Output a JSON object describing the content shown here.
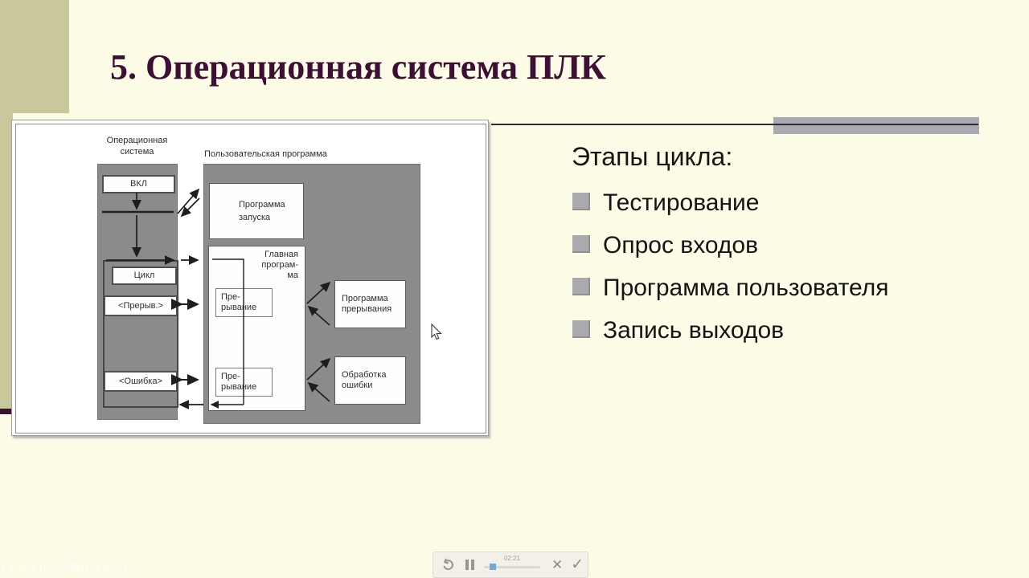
{
  "slide": {
    "title": "5. Операционная система ПЛК",
    "right": {
      "heading": "Этапы цикла:",
      "bullets": [
        "Тестирование",
        "Опрос входов",
        "Программа пользователя",
        "Запись выходов"
      ]
    },
    "diagram": {
      "os_label": "Операционная\nсистема",
      "user_label": "Пользовательская программа",
      "vkl": "ВКЛ",
      "cycle": "Цикл",
      "interrupt_state": "<Прерыв.>",
      "error_state": "<Ошибка>",
      "startup_program": "Программа\nзапуска",
      "main_program": "Главная\nпрограм-\nма",
      "interrupt_sub1": "Пре-\nрывание",
      "interrupt_sub2": "Пре-\nрывание",
      "interrupt_program": "Программа\nпрерывания",
      "error_handler": "Обработка\nошибки"
    }
  },
  "player": {
    "time": "02:21"
  },
  "toolbar_icons": [
    "previous",
    "next",
    "pen",
    "copy",
    "zoom",
    "more"
  ],
  "colors": {
    "background": "#FCFCE6",
    "sidebar_khaki": "#C8C89B",
    "title_maroon": "#3E0F35",
    "accent_bar_gray": "#ABAAB2",
    "diagram_gray": "#8B8B8B",
    "bullet_gray": "#A9A9AE",
    "progress_handle_blue": "#6FA8DC"
  }
}
